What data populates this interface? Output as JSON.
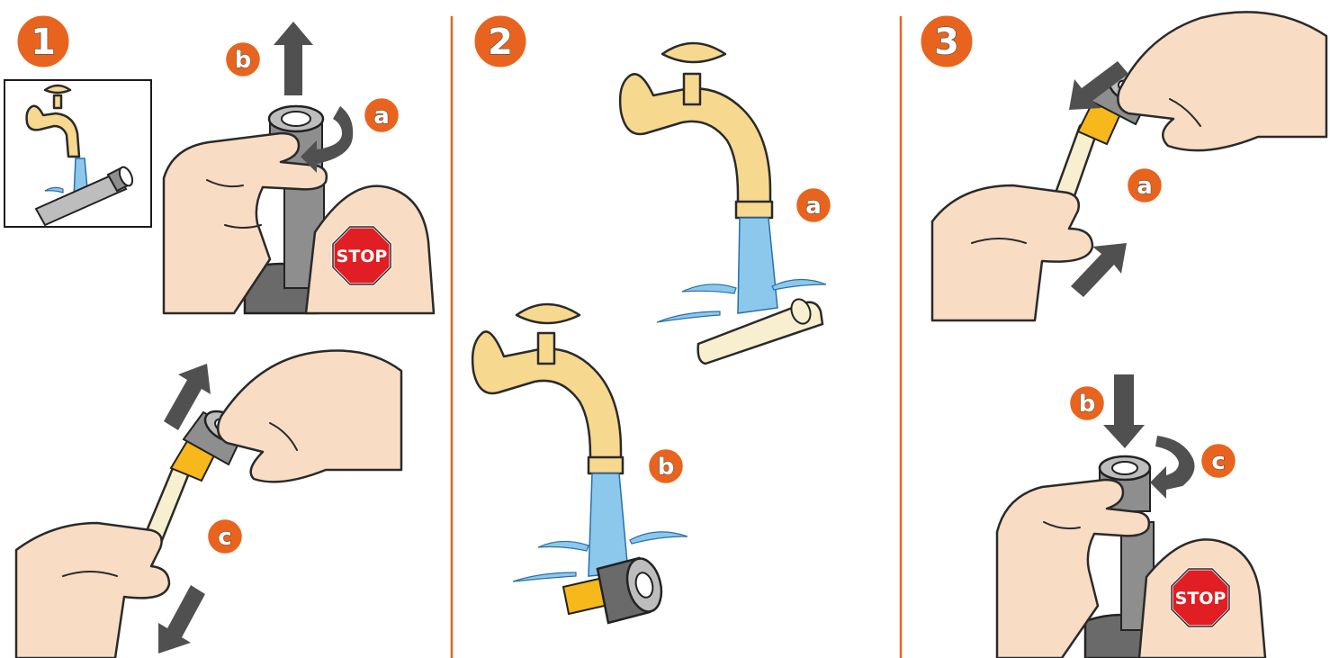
{
  "steps": [
    {
      "number": "1",
      "labels": {
        "a": "a",
        "b": "b",
        "c": "c"
      },
      "stop": "STOP"
    },
    {
      "number": "2",
      "labels": {
        "a": "a",
        "b": "b"
      }
    },
    {
      "number": "3",
      "labels": {
        "a": "a",
        "b": "b",
        "c": "c"
      },
      "stop": "STOP"
    }
  ],
  "colors": {
    "badge": "#e8641e",
    "divider": "#e8641e",
    "stop": "#e01e24",
    "arrow": "#505050",
    "water": "#8cc8ec",
    "tap": "#f6d98e",
    "skin": "#f8dcc4"
  },
  "icons": [
    "faucet-icon",
    "hand-icon",
    "arrow-icon",
    "rotate-arrow-icon",
    "stop-sign-icon",
    "nozzle-icon",
    "filter-tube-icon",
    "water-stream-icon"
  ]
}
